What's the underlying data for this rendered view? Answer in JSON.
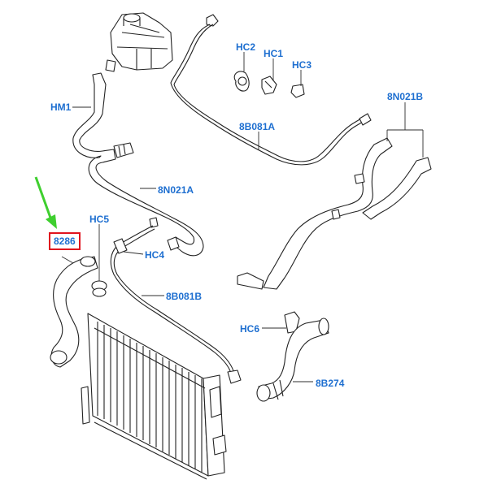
{
  "labels": {
    "hm1": "HM1",
    "hc2": "HC2",
    "hc1": "HC1",
    "hc3": "HC3",
    "n8n021b": "8N021B",
    "n8b081a": "8B081A",
    "n8n021a": "8N021A",
    "hc5": "HC5",
    "hc4": "HC4",
    "n8b081b": "8B081B",
    "hc6": "HC6",
    "n8b274": "8B274",
    "n8286": "8286"
  },
  "colors": {
    "label_text": "#1e6fd0",
    "highlight_border": "#e0141e",
    "pointer_arrow": "#3fcf2f",
    "line_art": "#222222"
  },
  "icons": {
    "pointer": "arrow-down-left-icon"
  }
}
